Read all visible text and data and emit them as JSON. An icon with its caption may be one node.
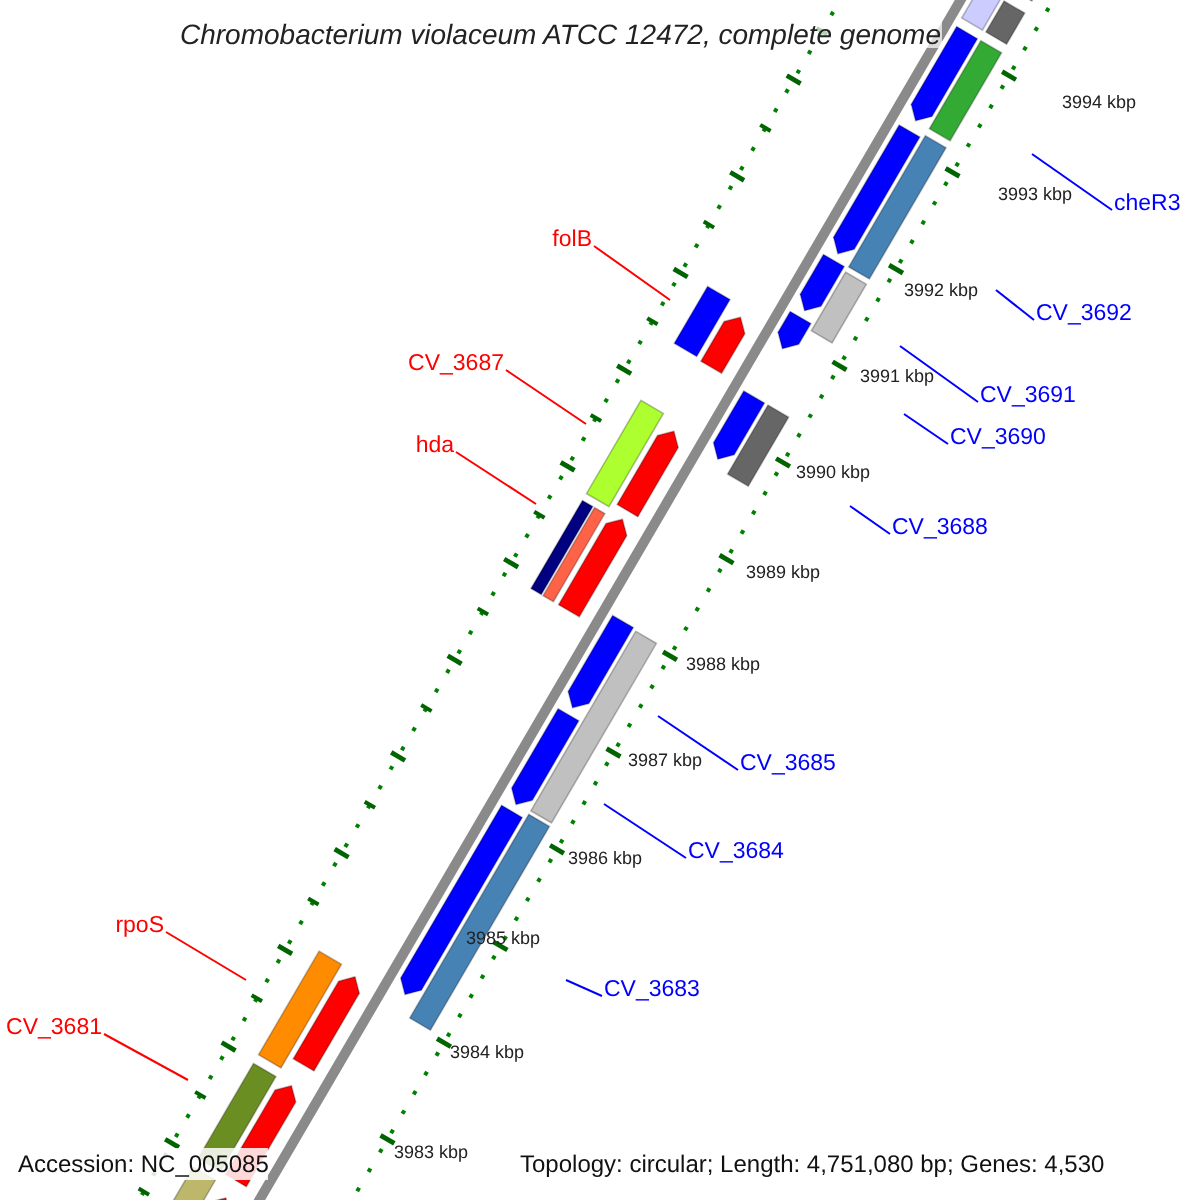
{
  "diagram": {
    "title": "Chromobacterium violaceum ATCC 12472, complete genome",
    "nodes": [
      {
        "text": [
          "cheR3"
        ]
      },
      {
        "text": [
          "folB"
        ]
      },
      {
        "text": [
          "CV_3692"
        ]
      },
      {
        "text": [
          "CV_3687"
        ]
      },
      {
        "text": [
          "CV_3691"
        ]
      },
      {
        "text": [
          "CV_3690"
        ]
      },
      {
        "text": [
          "hda"
        ]
      },
      {
        "text": [
          "CV_3688"
        ]
      },
      {
        "text": [
          "CV_3685"
        ]
      },
      {
        "text": [
          "CV_3684"
        ]
      },
      {
        "text": [
          "rpoS"
        ]
      },
      {
        "text": [
          "CV_3683"
        ]
      },
      {
        "text": [
          "CV_3681"
        ]
      }
    ],
    "edges": [
      {
        "from": 0,
        "to": null,
        "arrow": "none"
      },
      {
        "from": 1,
        "to": null,
        "arrow": "none",
        "color": "#ff0000"
      },
      {
        "from": 2,
        "to": null,
        "arrow": "none"
      },
      {
        "from": 3,
        "to": null,
        "arrow": "none",
        "color": "#ff0000"
      },
      {
        "from": 4,
        "to": null,
        "arrow": "none"
      },
      {
        "from": 5,
        "to": null,
        "arrow": "none"
      },
      {
        "from": 6,
        "to": null,
        "arrow": "none",
        "color": "#ff0000"
      },
      {
        "from": 7,
        "to": null,
        "arrow": "none"
      },
      {
        "from": 8,
        "to": null,
        "arrow": "none"
      },
      {
        "from": 9,
        "to": null,
        "arrow": "none"
      },
      {
        "from": 10,
        "to": null,
        "arrow": "none",
        "color": "#ff0000"
      },
      {
        "from": 11,
        "to": null,
        "arrow": "none"
      },
      {
        "from": 12,
        "to": null,
        "arrow": "none",
        "color": "#ff0000"
      }
    ],
    "labels": [
      "3994 kbp",
      "3993 kbp",
      "3992 kbp",
      "3991 kbp",
      "3990 kbp",
      "3989 kbp",
      "3988 kbp",
      "3987 kbp",
      "3986 kbp",
      "3985 kbp",
      "3984 kbp",
      "3983 kbp",
      "Accession: NC_005085",
      "Topology: circular; Length: 4,751,080 bp; Genes: 4,530"
    ]
  }
}
